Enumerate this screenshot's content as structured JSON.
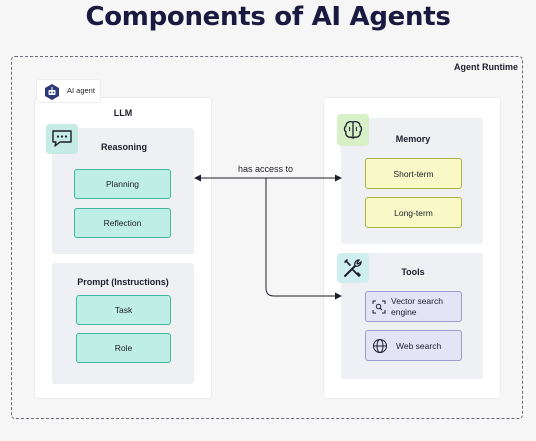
{
  "title": "Components of AI Agents",
  "runtime": {
    "label": "Agent Runtime"
  },
  "agent": {
    "label": "AI agent",
    "icon": "robot-icon"
  },
  "llm": {
    "title": "LLM",
    "reasoning": {
      "title": "Reasoning",
      "icon": "thinking-bubble-icon",
      "items": [
        "Planning",
        "Reflection"
      ]
    },
    "prompt": {
      "title": "Prompt (Instructions)",
      "items": [
        "Task",
        "Role"
      ]
    }
  },
  "edge": {
    "label": "has access to"
  },
  "memory": {
    "title": "Memory",
    "icon": "brain-icon",
    "items": [
      "Short-term",
      "Long-term"
    ]
  },
  "tools": {
    "title": "Tools",
    "icon": "tools-icon",
    "items": [
      {
        "label": "Vector search engine",
        "icon": "vector-search-icon"
      },
      {
        "label": "Web search",
        "icon": "globe-icon"
      }
    ]
  },
  "colors": {
    "title": "#1a1a40",
    "teal_fill": "#bfeee6",
    "teal_border": "#3fb8a0",
    "yellow_fill": "#f9f9c7",
    "violet_fill": "#e4e4f6",
    "panel": "#ffffff",
    "subpanel": "#eef0f4"
  }
}
